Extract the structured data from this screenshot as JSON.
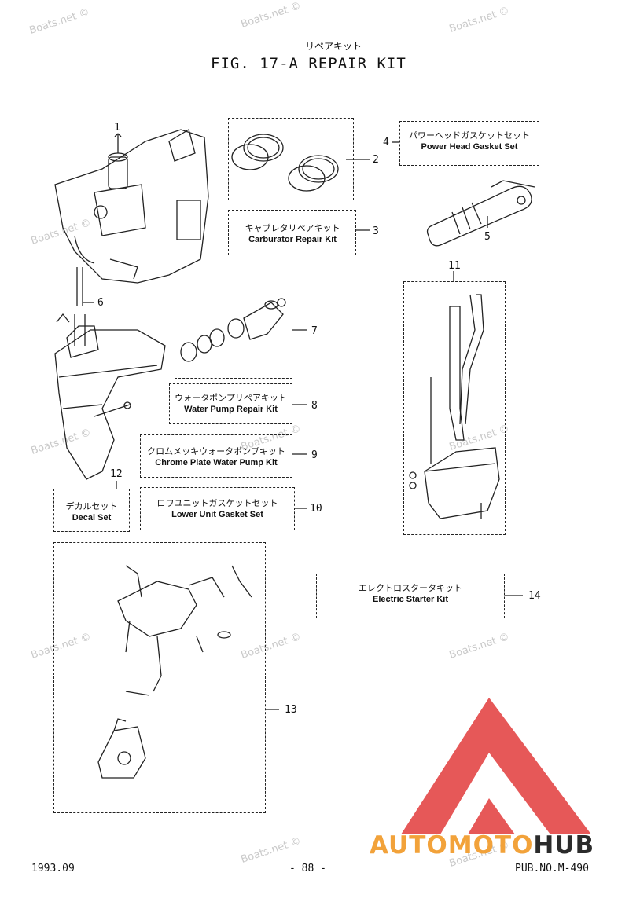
{
  "header": {
    "title_jp": "リペアキット",
    "title": "FIG. 17-A  REPAIR KIT"
  },
  "watermark": "Boats.net ©",
  "kits": [
    {
      "num": "1"
    },
    {
      "num": "2"
    },
    {
      "num": "3",
      "jp": "キャブレタリペアキット",
      "en": "Carburator Repair Kit"
    },
    {
      "num": "4",
      "jp": "パワーヘッドガスケットセット",
      "en": "Power Head Gasket Set"
    },
    {
      "num": "5"
    },
    {
      "num": "6"
    },
    {
      "num": "7"
    },
    {
      "num": "8",
      "jp": "ウォータポンプリペアキット",
      "en": "Water Pump Repair Kit"
    },
    {
      "num": "9",
      "jp": "クロムメッキウォータポンプキット",
      "en": "Chrome Plate Water Pump Kit"
    },
    {
      "num": "10",
      "jp": "ロワユニットガスケットセット",
      "en": "Lower Unit Gasket Set"
    },
    {
      "num": "11"
    },
    {
      "num": "12",
      "jp": "デカルセット",
      "en": "Decal Set"
    },
    {
      "num": "13"
    },
    {
      "num": "14",
      "jp": "エレクトロスタータキット",
      "en": "Electric Starter Kit"
    }
  ],
  "footer": {
    "date": "1993.09",
    "page": "- 88 -",
    "pub": "PUB.NO.M-490"
  },
  "logo": {
    "auto": "AUTO",
    "moto": "MOTO",
    "hub": "HUB",
    "colors": {
      "accent": "#f2a23a",
      "red": "#e23b3b",
      "dark": "#2b2b2b"
    }
  }
}
